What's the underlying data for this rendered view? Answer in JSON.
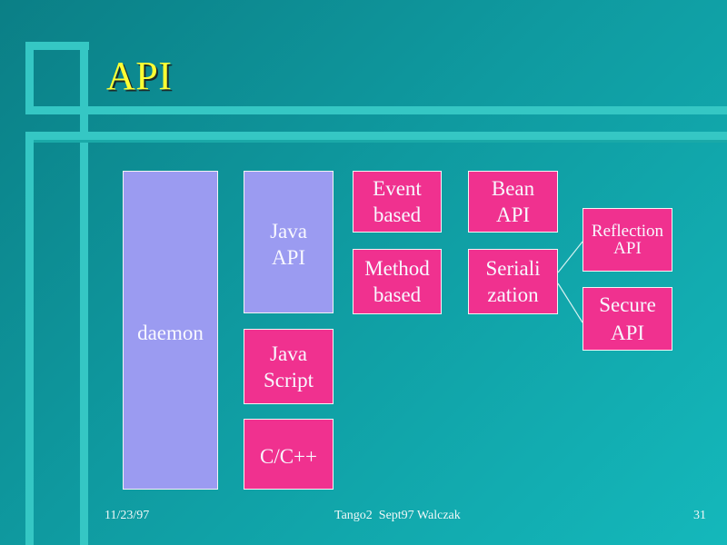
{
  "slide": {
    "title": "API",
    "boxes": {
      "daemon": "daemon",
      "java_api": "Java\nAPI",
      "java_script": "Java\nScript",
      "cpp": "C/C++",
      "event_based": "Event\nbased",
      "method_based": "Method\nbased",
      "bean_api": "Bean\nAPI",
      "serialization": "Seriali\nzation",
      "reflection_api": "Reflection\nAPI",
      "secure_api": "Secure\nAPI"
    },
    "footer": {
      "date": "11/23/97",
      "center": "Tango2  Sept97 Walczak",
      "page": "31"
    }
  },
  "colors": {
    "background": "#0f9aa0",
    "frame": "#35c7c4",
    "title": "#ffff33",
    "lavender_box": "#9b9bf1",
    "pink_box": "#f0318f",
    "text": "#f8f8ff"
  }
}
